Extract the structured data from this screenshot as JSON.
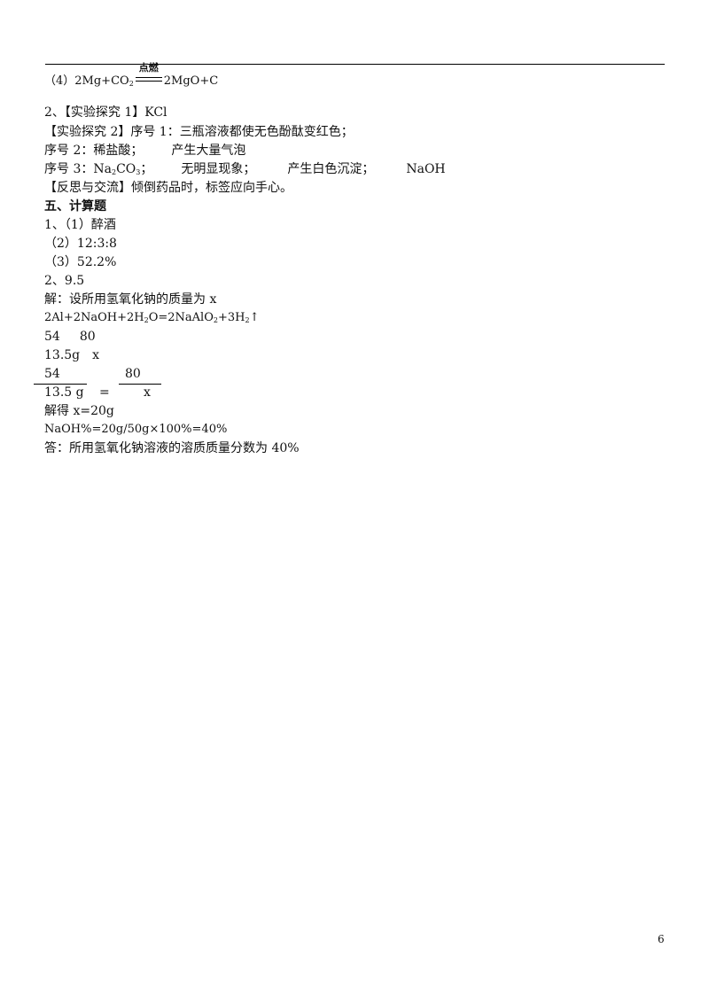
{
  "doc": {
    "line1": {
      "prefix": "（4）2Mg+CO",
      "sub": "2",
      "condition": "点燃",
      "suffix": "2MgO+C"
    },
    "line2": "2、【实验探究 1】KCl",
    "line3": "【实验探究 2】序号 1：三瓶溶液都使无色酚酞变红色；",
    "line4": {
      "a": "序号 2：稀盐酸；",
      "b": "产生大量气泡"
    },
    "line5": {
      "a_pre": "序号 3：Na",
      "a_sub1": "2",
      "a_mid": "CO",
      "a_sub2": "3",
      "a_post": "；",
      "b": "无明显现象；",
      "c": "产生白色沉淀；",
      "d": "NaOH"
    },
    "line6": "【反思与交流】倾倒药品时，标签应向手心。",
    "section5": "五、计算题",
    "q1": "1、（1）醉酒",
    "q1_2": "（2）12:3:8",
    "q1_3": "（3）52.2%",
    "q2": "2、9.5",
    "solve": "解：设所用氢氧化钠的质量为 x",
    "eq": {
      "p1": "2Al+2NaOH+2H",
      "s1": "2",
      "p2": "O=2NaAlO",
      "s2": "2",
      "p3": "+3H",
      "s3": "2",
      "arrow": "↑"
    },
    "ratio_row1": {
      "a": "54",
      "b": "80"
    },
    "ratio_row2": {
      "a": "13.5g",
      "b": "x"
    },
    "fraction": {
      "num1": "54",
      "den1": "13.5 g",
      "eq": "=",
      "num2": "80",
      "den2": "x"
    },
    "result": "解得 x=20g",
    "percent": "NaOH%=20g/50g×100%=40%",
    "answer": "答：所用氢氧化钠溶液的溶质质量分数为 40%",
    "page_number": "6"
  }
}
